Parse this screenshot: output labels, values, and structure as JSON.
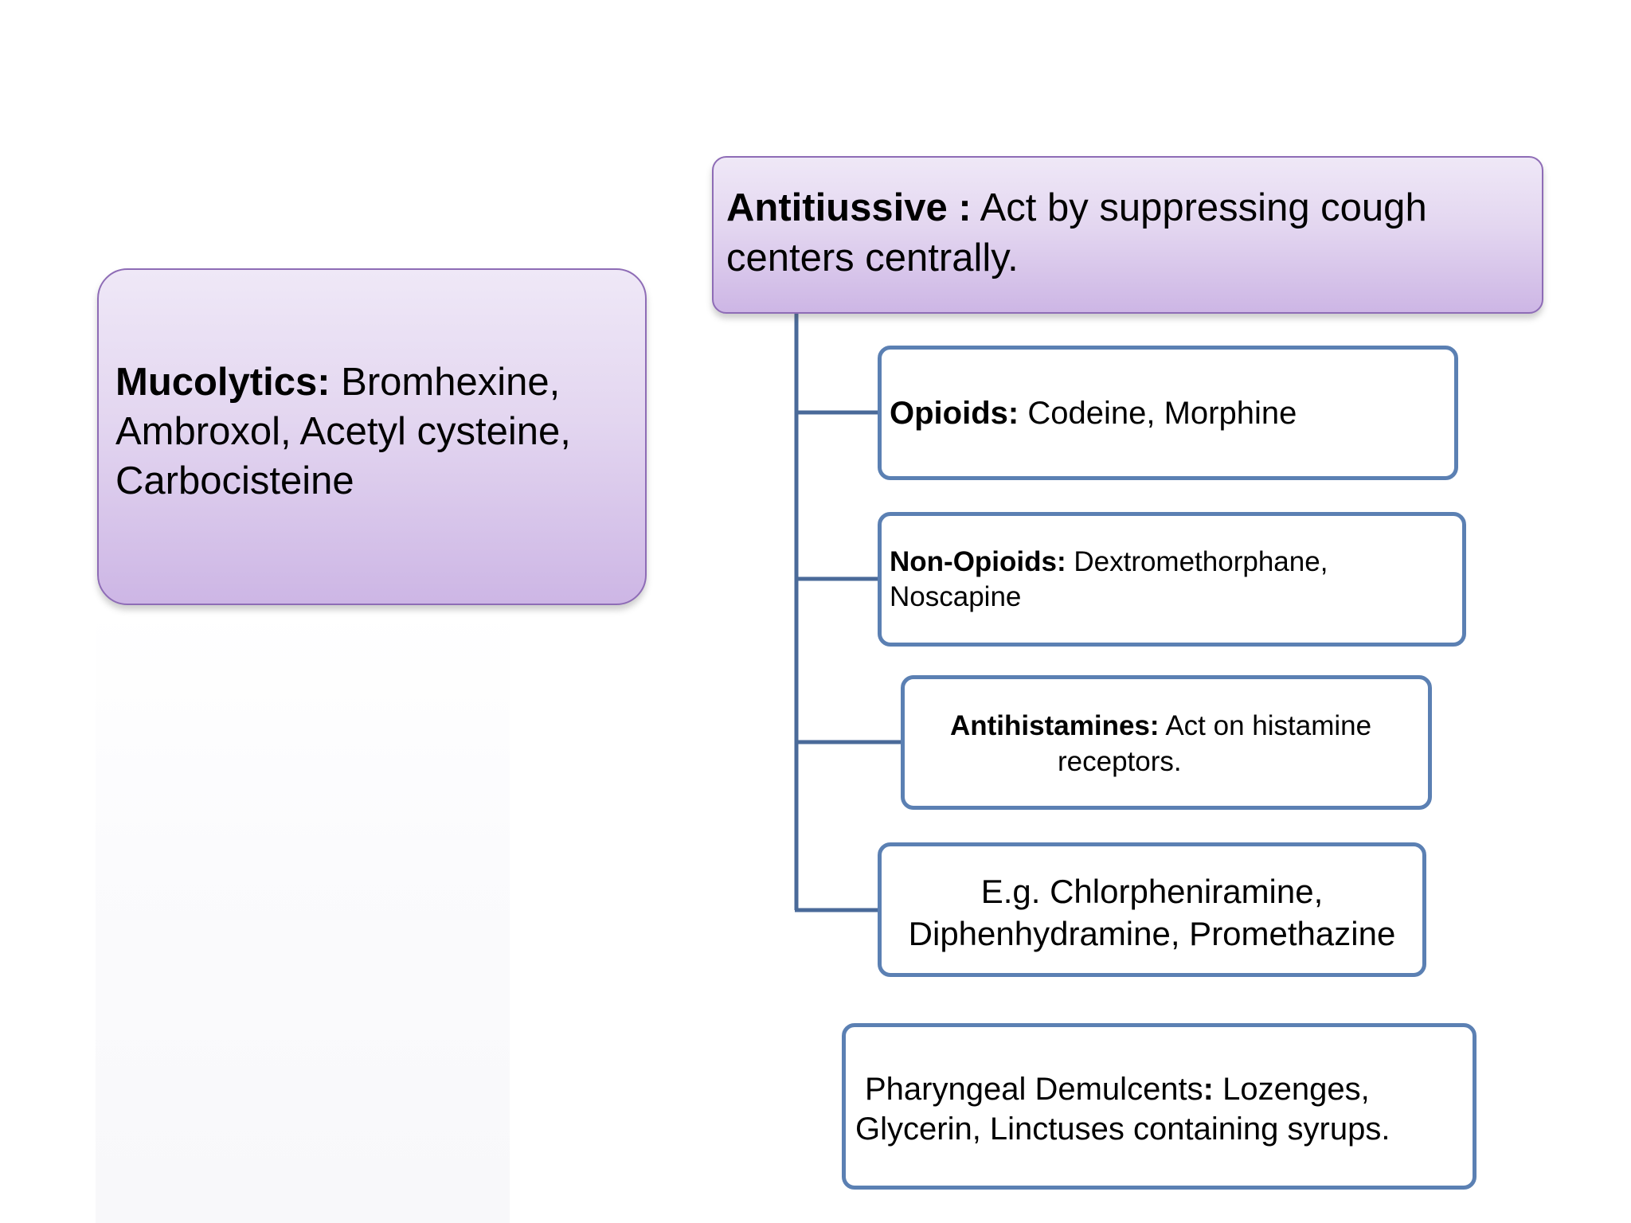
{
  "mucolytics": {
    "term": "Mucolytics:",
    "text": " Bromhexine, Ambroxol, Acetyl cysteine, Carbocisteine"
  },
  "antitussive": {
    "term": "Antitiussive :",
    "text": " Act by suppressing  cough centers centrally."
  },
  "opioids": {
    "term": "Opioids:",
    "text": " Codeine, Morphine"
  },
  "non_opioids": {
    "term": "Non-Opioids:",
    "text": " Dextromethorphane, Noscapine"
  },
  "antihistamines": {
    "term": "Antihistamines:",
    "text": "  Act on histamine",
    "text_line2": "receptors."
  },
  "examples": {
    "line1": "E.g.  Chlorpheniramine,",
    "line2": "Diphenhydramine, Promethazine"
  },
  "demulcents": {
    "line1_pre": "Pharyngeal Demulcents",
    "line1_bold": ":",
    "line1_post": " Lozenges,",
    "line2": "Glycerin,  Linctuses containing syrups."
  },
  "colors": {
    "purple_fill": "#e3d6f0",
    "purple_border": "#8e6cb6",
    "blue_border": "#5b80b3",
    "connector": "#4a6a99"
  }
}
